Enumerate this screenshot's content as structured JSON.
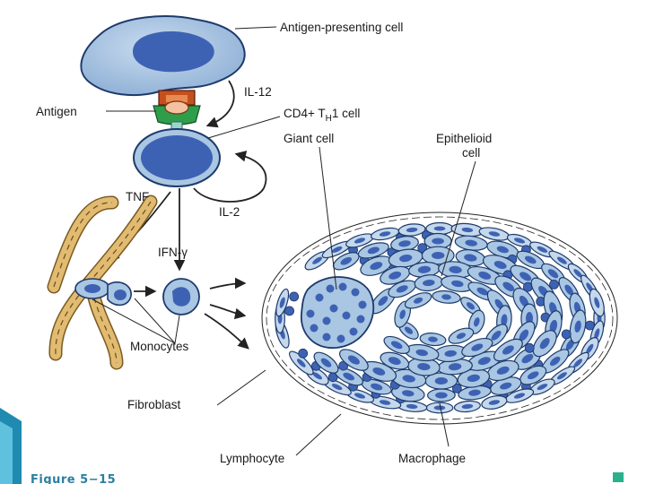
{
  "labels": {
    "apc": "Antigen-presenting cell",
    "antigen": "Antigen",
    "il12": "IL-12",
    "cd4_prefix": "CD4+ T",
    "cd4_sub": "H",
    "cd4_suffix": "1 cell",
    "giant_cell": "Giant cell",
    "epithelioid_1": "Epithelioid",
    "epithelioid_2": "cell",
    "tnf": "TNF",
    "il2": "IL-2",
    "ifn": "IFN-γ",
    "monocytes": "Monocytes",
    "fibroblast": "Fibroblast",
    "lymphocyte": "Lymphocyte",
    "macrophage": "Macrophage"
  },
  "figure_caption": "Figure 5−15",
  "colors": {
    "cell_fill": "#a9c6e3",
    "nucleus": "#3e62b3",
    "receptor_orange": "#c4501e",
    "receptor_green": "#2e9e4a",
    "vessel": "#e2bb72",
    "accent": "#2a7fa0"
  }
}
